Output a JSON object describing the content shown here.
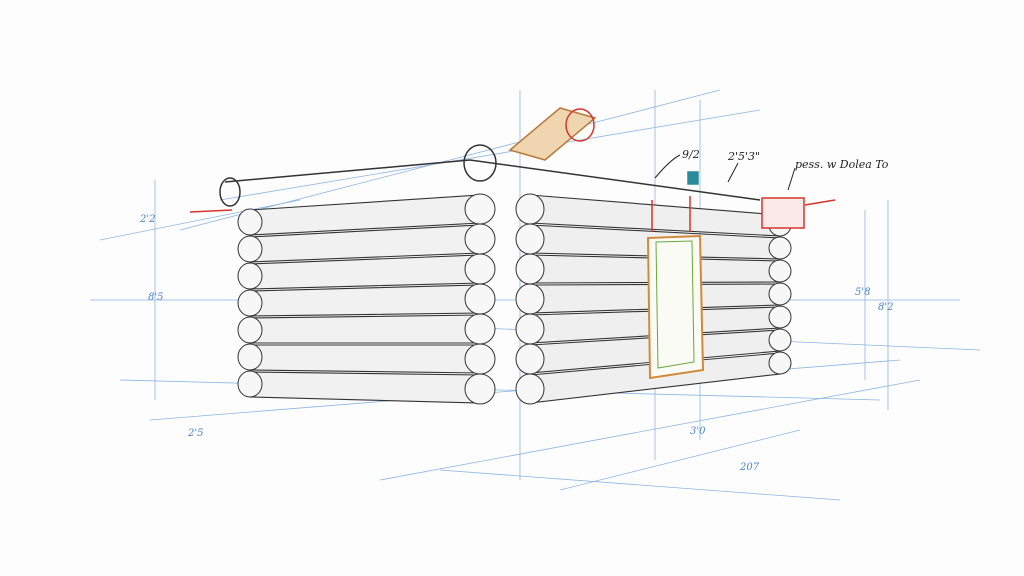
{
  "title": "Log cabin perspective sketch",
  "annotations": {
    "ridge_note": "9/2",
    "height_note": "2'5'3\"",
    "corner_note": "pess. w Dolea To",
    "left_dim": "2'5",
    "bottom_dim": "207",
    "front_dim": "3'0",
    "left_side_dims": [
      "2'2",
      "8'5"
    ],
    "right_side_dims": [
      "5'8",
      "8'2"
    ]
  },
  "cabin": {
    "front_log_rows": 7,
    "side_log_rows": 7
  },
  "colors": {
    "pencil": "#333333",
    "blueprint": "#4a86c8",
    "accent_red": "#d8342c",
    "accent_green": "#6aa83a",
    "accent_orange": "#d08a3a",
    "accent_teal": "#2a8a9a"
  }
}
